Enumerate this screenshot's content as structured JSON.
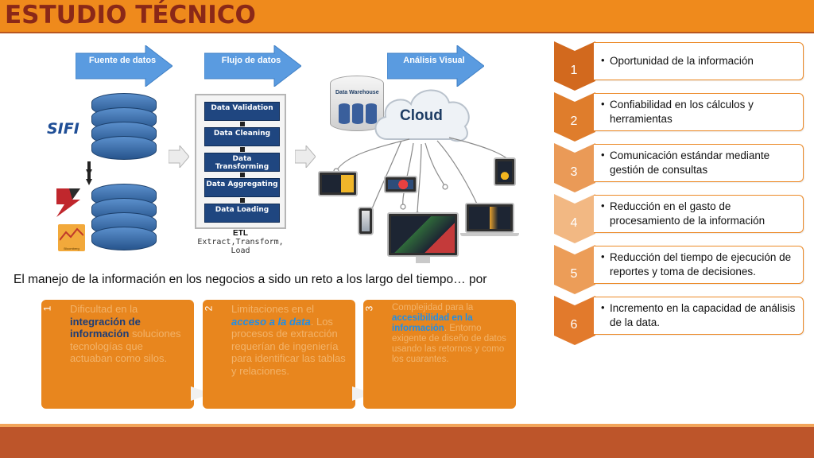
{
  "title": "ESTUDIO TÉCNICO",
  "diagram": {
    "arrow_labels": [
      "Fuente de datos",
      "Flujo de datos",
      "Análisis Visual"
    ],
    "sources": [
      "SIFI",
      "Bloomberg"
    ],
    "etl_steps": [
      "Data Validation",
      "Data Cleaning",
      "Data Transforming",
      "Data Aggregating",
      "Data Loading"
    ],
    "etl_title": "ETL",
    "etl_caption": "Extract,Transform, Load",
    "data_warehouse": "Data Warehouse",
    "cloud": "Cloud"
  },
  "intro": "El manejo de la información en los negocios a sido un reto a los largo del tiempo… por",
  "cards": [
    {
      "num": "1",
      "pre": "Dificultad en la ",
      "highlight": "integración de información",
      "post": " soluciones tecnologías que actuaban como silos."
    },
    {
      "num": "2",
      "pre": "Limitaciones en el ",
      "highlight": "acceso a la data",
      "post": ". Los procesos de extracción requerían de ingeniería para identificar las tablas y relaciones."
    },
    {
      "num": "3",
      "pre": "Complejidad para la ",
      "highlight": "accesibilidad en la información",
      "post": ". Entorno exigente de diseño de datos usando las retornos y como los cuarantes."
    }
  ],
  "steps": [
    {
      "num": "1",
      "text": "Oportunidad de la información"
    },
    {
      "num": "2",
      "text": "Confiabilidad en los cálculos y herramientas"
    },
    {
      "num": "3",
      "text": "Comunicación estándar mediante gestión de consultas"
    },
    {
      "num": "4",
      "text": "Reducción en el gasto de procesamiento de la información"
    },
    {
      "num": "5",
      "text": "Reducción del tiempo de ejecución de reportes y toma de decisiones."
    },
    {
      "num": "6",
      "text": "Incremento en la capacidad de análisis de la data."
    }
  ],
  "colors": {
    "title_bar": "#ef8a1c",
    "title_text": "#8a2818",
    "bottom_bar": "#bd552a",
    "card": "#e8861e",
    "step_colors": [
      "#d2691e",
      "#df7d2c",
      "#ea9a57",
      "#f2b883",
      "#ec9d58",
      "#e27a2c"
    ]
  }
}
